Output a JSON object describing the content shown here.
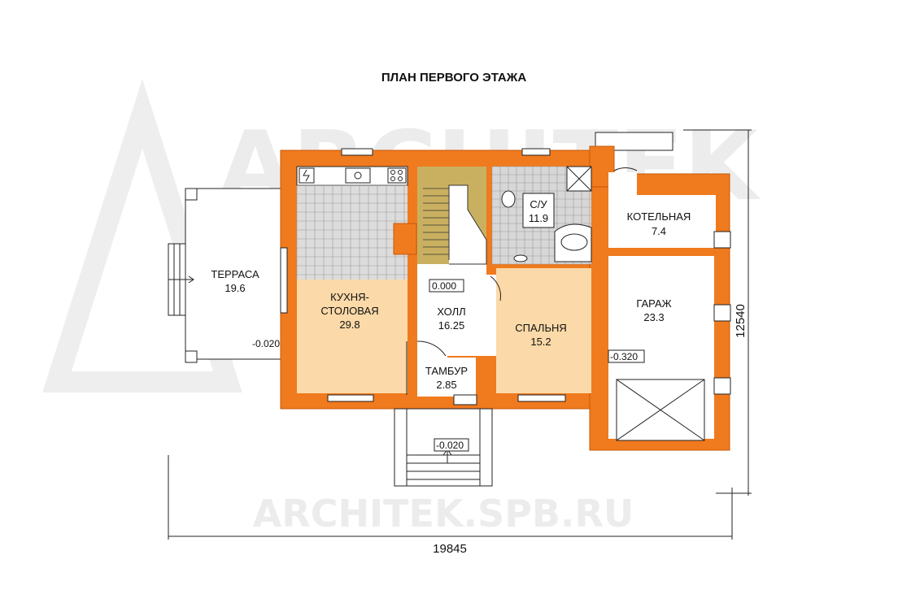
{
  "plan": {
    "title": "ПЛАН ПЕРВОГО ЭТАЖА",
    "watermark_logo": "ARCHITEK",
    "watermark_url": "ARCHITEK.SPB.RU",
    "rooms": {
      "terrace": {
        "name": "ТЕРРАСА",
        "area": "19.6"
      },
      "kitchen": {
        "name_line1": "КУХНЯ-",
        "name_line2": "СТОЛОВАЯ",
        "area": "29.8"
      },
      "hall": {
        "name": "ХОЛЛ",
        "area": "16.25"
      },
      "vestibule": {
        "name": "ТАМБУР",
        "area": "2.85"
      },
      "bathroom": {
        "name": "С/У",
        "area": "11.9"
      },
      "boiler": {
        "name": "КОТЕЛЬНАЯ",
        "area": "7.4"
      },
      "bedroom": {
        "name": "СПАЛЬНЯ",
        "area": "15.2"
      },
      "garage": {
        "name": "ГАРАЖ",
        "area": "23.3"
      }
    },
    "levels": {
      "hall": "0.000",
      "terrace": "-0.020",
      "entrance": "-0.020",
      "garage": "-0.320"
    },
    "dimensions": {
      "width": "19845",
      "depth": "12540"
    }
  }
}
